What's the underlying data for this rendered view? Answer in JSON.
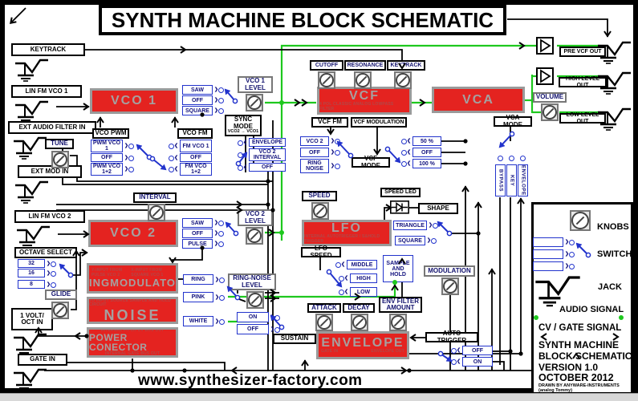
{
  "title": "SYNTH MACHINE BLOCK SCHEMATIC",
  "website": "www.synthesizer-factory.com",
  "colors": {
    "block_red": "#e42320",
    "audio_green": "#1ec81e",
    "switch_blue": "#2233cc",
    "label_navy": "#12127e"
  },
  "jacks_left": {
    "keytrack": "KEYTRACK",
    "lin_fm_vco1": "LIN FM VCO 1",
    "ext_audio_filter_in": "EXT AUDIO FILTER IN",
    "ext_mod_in": "EXT MOD IN",
    "lin_fm_vco2": "LIN FM VCO 2",
    "volt_oct_in": "1 VOLT/ OCT IN",
    "gate_in": "GATE IN"
  },
  "jacks_right": {
    "pre_vcf_out": "PRE VCF OUT",
    "high_level_out": "HIGH LEVEL OUT",
    "low_level_out": "LOW LEVEL OUT"
  },
  "blocks": {
    "vco1": {
      "label": "VCO 1"
    },
    "vco2": {
      "label": "VCO 2"
    },
    "ringmod": {
      "label": "RINGMODULATOR",
      "sub_left": "Y-INPUT FROM PULSE VCO 2",
      "sub_right": "X-INPUT FROM SQUARE VCO 1"
    },
    "noise": {
      "label": "NOISE",
      "sub": "TO INPUT SOURCE SAMPLE AND HOLD CIRCUIT"
    },
    "power": {
      "label": "POWER CONECTOR",
      "sub_top": "INTERNAL PITCH CV BUS OUT",
      "sub_bottom": "INTERNAL GATE BUS OUT"
    },
    "vcf": {
      "label": "VCF",
      "sub": "4 POL CLASSIC ANALOG LOWPASS FILTER"
    },
    "vca": {
      "label": "VCA"
    },
    "lfo": {
      "label": "LFO",
      "sub": "INTERNAL AUTOTRIGGER / S&HOLD TRIGGER"
    },
    "envelope": {
      "label": "ENVELOPE",
      "sub_left": "GATE IN",
      "sub_right": "ENVELOPE OUT"
    }
  },
  "knobs": {
    "tune": "TUNE",
    "glide": "GLIDE",
    "interval": "INTERVAL",
    "vco1_level": "VCO 1 LEVEL",
    "vco2_level": "VCO 2 LEVEL",
    "ring_noise_level": "RING-NOISE LEVEL",
    "speed": "SPEED",
    "cutoff": "CUTOFF",
    "resonance": "RESONANCE",
    "keytrack": "KEYTRACK",
    "volume": "VOLUME",
    "modulation": "MODULATION",
    "attack": "ATTACK",
    "decay": "DECAY",
    "env_filter_amount": "ENV FILTER AMOUNT"
  },
  "labels": {
    "vco_pwm": "VCO PWM",
    "vco_fm": "VCO FM",
    "sync_mode": "SYNC MODE",
    "sync_mode_sub": "VCO2 → VCO1",
    "vcf_fm": "VCF FM",
    "vcf_modulation": "VCF MODULATION",
    "vcf_mode": "VCF MODE",
    "vca_mode": "VCA MODE",
    "octave_select": "OCTAVE SELECT",
    "lfo_speed": "LFO SPEED",
    "speed_led": "SPEED LED",
    "shape": "SHAPE",
    "sustain": "SUSTAIN",
    "auto_trigger": "AUTO TRIGGER"
  },
  "sw": {
    "vco1_wave": [
      "SAW",
      "OFF",
      "SQUARE"
    ],
    "vco_pwm": [
      "PWM VCO 1",
      "OFF",
      "PWM VCO 1+2"
    ],
    "vco_fm": [
      "FM VCO 1",
      "OFF",
      "FM VCO 1+2"
    ],
    "sync_mode": [
      "ENVELOPE",
      "VCO 2 INTERVAL",
      "OFF"
    ],
    "vcf_source": [
      "VCO 2",
      "OFF",
      "RING NOISE"
    ],
    "vcf_mix": [
      "50 %",
      "OFF",
      "100 %"
    ],
    "vca_mode": [
      "BYPASS",
      "KEY",
      "ENVELOPE"
    ],
    "vco2_wave": [
      "SAW",
      "OFF",
      "PULSE"
    ],
    "octave": [
      "32",
      "16",
      "8"
    ],
    "lfo_speed": [
      "MIDDLE",
      "HIGH",
      "LOW"
    ],
    "shape": [
      "TRIANGLE",
      "SQUARE"
    ],
    "sample_hold": "SAMPLE AND HOLD",
    "ring": "RING",
    "pink": "PINK",
    "white": "WHITE",
    "sustain": [
      "ON",
      "OFF"
    ],
    "auto_trigger": [
      "OFF",
      "ON"
    ]
  },
  "legend": {
    "knobs": "KNOBS",
    "switch": "SWITCH",
    "jack": "JACK",
    "audio": "AUDIO SIGNAL",
    "cv": "CV / GATE SIGNAL",
    "line1": "SYNTH MACHINE",
    "line2": "BLOCK SCHEMATIC",
    "line3": "VERSION 1.0",
    "line4": "OCTOBER 2012",
    "credit1": "DRAWN BY ANYWARE-INSTRUMENTS",
    "credit2": "(analog Tommy)"
  }
}
